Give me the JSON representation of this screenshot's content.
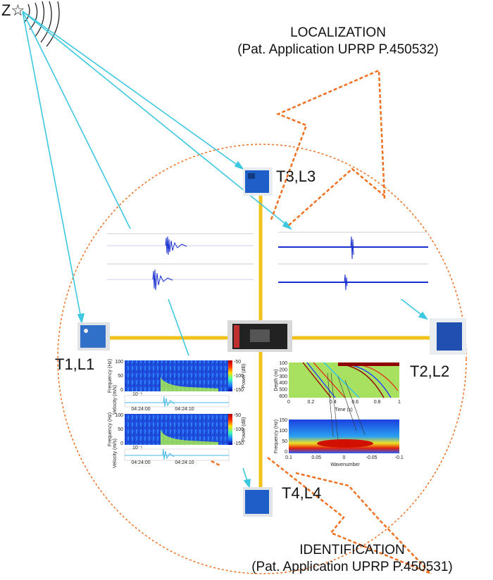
{
  "source": {
    "label": "Z",
    "symbol": "☆"
  },
  "localization": {
    "title": "LOCALIZATION",
    "subtitle": "(Pat. Application UPRP P.450532)"
  },
  "identification": {
    "title": "IDENTIFICATION",
    "subtitle": "(Pat. Application UPRP P.450531)"
  },
  "stations": [
    {
      "id": "T1",
      "label": "T1,L1"
    },
    {
      "id": "T2",
      "label": "T2,L2"
    },
    {
      "id": "T3",
      "label": "T3,L3"
    },
    {
      "id": "T4",
      "label": "T4,L4"
    }
  ],
  "spectrogram": {
    "ylabel": "Frequency (Hz)",
    "yticks": [
      "100",
      "50",
      "0"
    ],
    "colorbar_label": "Power (dB)",
    "colorbar_ticks": [
      "-50",
      "-100",
      "-150"
    ],
    "trace_ylabel": "Velocity (m/s)",
    "trace_exp": "10⁻⁵",
    "xticks": [
      "04:24:00",
      "04:24:10"
    ]
  },
  "identification_plots": {
    "top": {
      "ylabel": "Depth (m)",
      "yticks": [
        "100",
        "200",
        "300",
        "400",
        "500",
        "600"
      ],
      "xlabel": "Time (s)",
      "xticks": [
        "0",
        "0.2",
        "0.4",
        "0.6",
        "0.8",
        "1"
      ]
    },
    "bottom": {
      "ylabel": "Frequency (Hz)",
      "yticks": [
        "150",
        "100",
        "50",
        "0"
      ],
      "xlabel": "Wavenumber",
      "xticks": [
        "0.1",
        "0.05",
        "0",
        "-0.05",
        "-0.1"
      ]
    }
  },
  "colors": {
    "link": "#3cc8e0",
    "axis_line": "#f2c21a",
    "dashed": "#f07020",
    "waveform": "#1a2fd0",
    "trace": "#4ab8e8"
  }
}
